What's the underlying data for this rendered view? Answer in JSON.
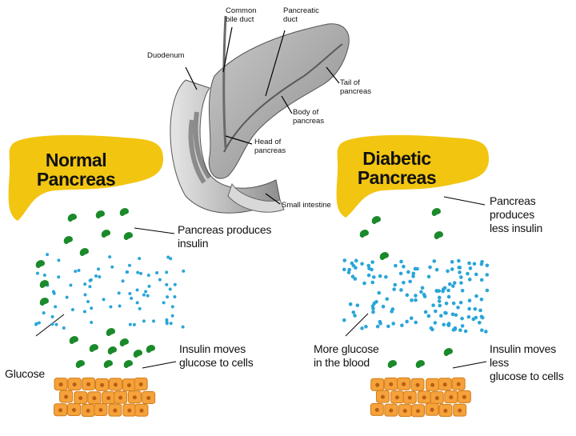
{
  "anatomy_labels": {
    "common_bile_duct": "Common\nbile duct",
    "pancreatic_duct": "Pancreatic\nduct",
    "duodenum": "Duodenum",
    "tail_of_pancreas": "Tail of\npancreas",
    "body_of_pancreas": "Body of\npancreas",
    "head_of_pancreas": "Head of\npancreas",
    "small_intestine": "Small intestine"
  },
  "normal_panel": {
    "title": "Normal\nPancreas",
    "insulin_label": "Pancreas produces\ninsulin",
    "glucose_label": "Glucose",
    "cells_label": "Insulin moves\nglucose to cells"
  },
  "diabetic_panel": {
    "title": "Diabetic\nPancreas",
    "insulin_label": "Pancreas produces\nless insulin",
    "blood_label": "More glucose\nin the blood",
    "cells_label": "Insulin moves less\nglucose to cells"
  },
  "colors": {
    "pancreas_yellow": "#f2c511",
    "insulin_green": "#1a8a2a",
    "glucose_blue": "#2aa5d8",
    "cell_orange": "#f5a23a",
    "anatomy_gray": "#9a9a9a"
  }
}
